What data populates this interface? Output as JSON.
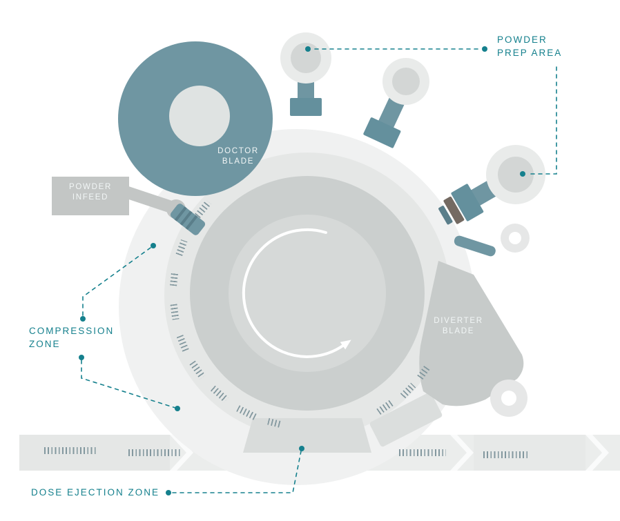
{
  "labels": {
    "powder_prep_area": {
      "line1": "POWDER",
      "line2": "PREP AREA"
    },
    "doctor_blade": {
      "line1": "DOCTOR",
      "line2": "BLADE"
    },
    "powder_infeed": {
      "line1": "POWDER",
      "line2": "INFEED"
    },
    "compression_zone": {
      "line1": "COMPRESSION",
      "line2": "ZONE"
    },
    "diverter_blade": {
      "line1": "DIVERTER",
      "line2": "BLADE"
    },
    "dose_ejection_zone": {
      "text": "DOSE EJECTION ZONE"
    }
  },
  "colors": {
    "label_teal": "#15808d",
    "machine_teal": "#6f96a2",
    "machine_teal_dark": "#5a7e8a",
    "drum_gray": "#cbcfce",
    "drum_inner_gray": "#d6d9d8",
    "background_circle_gray": "#f0f1f1",
    "ring_gray": "#e5e7e6",
    "hardware_gray": "#c3c6c5",
    "roller_light_gray": "#e9ebea",
    "roller_inner_gray": "#d3d6d5",
    "belt_gray": "#ebedec",
    "tick_gray_teal": "#83989f",
    "dark_pad_brown": "#746a62",
    "rotation_arrow_white": "#ffffff"
  }
}
